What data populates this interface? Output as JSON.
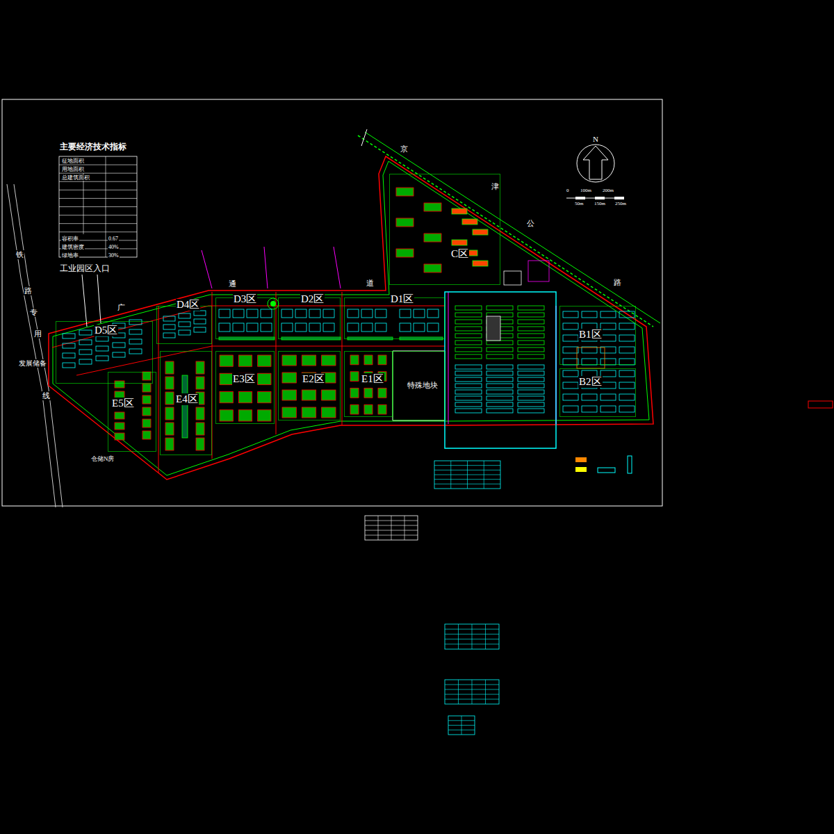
{
  "diagram": {
    "nodes": [
      {
        "text": [
          "主要经济技术指标"
        ]
      },
      {
        "text": [
          "C区"
        ]
      },
      {
        "text": [
          "D1区"
        ]
      },
      {
        "text": [
          "D2区"
        ]
      },
      {
        "text": [
          "D3区"
        ]
      },
      {
        "text": [
          "D4区"
        ]
      },
      {
        "text": [
          "D5区"
        ]
      },
      {
        "text": [
          "B1区"
        ]
      },
      {
        "text": [
          "B2区"
        ]
      },
      {
        "text": [
          "E1区"
        ]
      },
      {
        "text": [
          "E2区"
        ]
      },
      {
        "text": [
          "E3区"
        ]
      },
      {
        "text": [
          "E4区"
        ]
      },
      {
        "text": [
          "E5区"
        ]
      },
      {
        "text": [
          "特殊地块"
        ]
      }
    ],
    "labels": [
      "征地面积",
      "用地面积",
      "总建筑面积",
      "容积率",
      "0.67",
      "建筑密度",
      "40%",
      "绿地率",
      "30%",
      "工业园区入口",
      "N",
      "0",
      "100m",
      "200m",
      "50m",
      "150m",
      "250m",
      "铁",
      "路",
      "专",
      "用",
      "线",
      "广",
      "通",
      "道",
      "京",
      "津",
      "公",
      "路",
      "发展储备",
      "仓储N房"
    ]
  }
}
